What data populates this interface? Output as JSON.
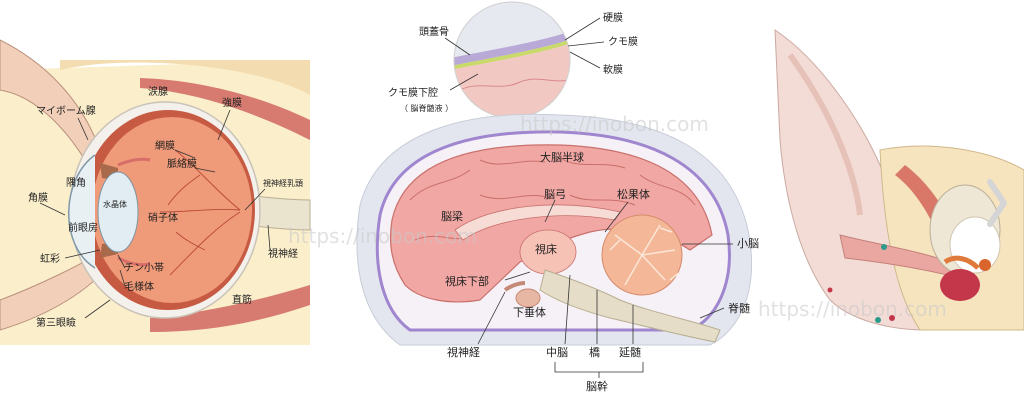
{
  "eye": {
    "labels": {
      "lacrimal_gland": "涙腺",
      "meibomian_gland": "マイボーム腺",
      "sclera": "強膜",
      "retina": "網膜",
      "choroid": "脈絡膜",
      "iridocorneal_angle": "隅角",
      "cornea": "角膜",
      "anterior_chamber": "前眼房",
      "lens": "水晶体",
      "vitreous_body": "硝子体",
      "optic_disc": "視神経乳頭",
      "optic_nerve": "視神経",
      "iris": "虹彩",
      "zonule": "チン小帯",
      "ciliary_body": "毛様体",
      "third_eyelid": "第三眼瞼",
      "rectus_muscle": "直筋"
    }
  },
  "brain": {
    "meninges": {
      "skull": "頭蓋骨",
      "dura_mater": "硬膜",
      "arachnoid": "クモ膜",
      "pia_mater": "軟膜",
      "subarachnoid_space": "クモ膜下腔",
      "csf": "（ 脳脊髄液 ）"
    },
    "labels": {
      "cerebral_hemisphere": "大脳半球",
      "fornix": "脳弓",
      "pineal_body": "松果体",
      "corpus_callosum": "脳梁",
      "thalamus": "視床",
      "cerebellum": "小脳",
      "hypothalamus": "視床下部",
      "spinal_cord": "脊髄",
      "pituitary": "下垂体",
      "optic_nerve": "視神経",
      "midbrain": "中脳",
      "pons": "橋",
      "medulla": "延髄",
      "brainstem": "脳幹"
    }
  },
  "watermark": "https://inobon.com",
  "icons": {
    "next": "chevron-right-icon"
  }
}
